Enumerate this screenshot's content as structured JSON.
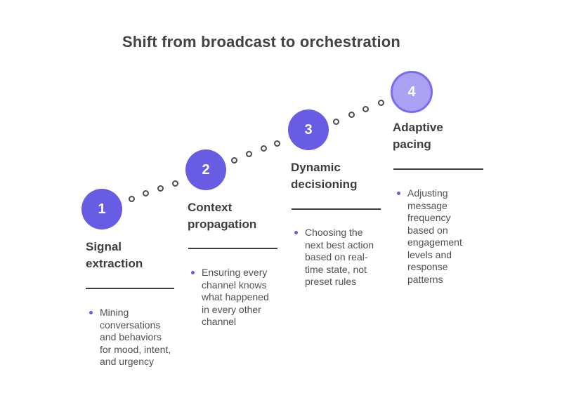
{
  "title": "Shift from broadcast to orchestration",
  "steps": [
    {
      "number": "1",
      "heading": "Signal\nextraction",
      "bullet": "Mining\nconversations\nand behaviors\nfor mood, intent,\nand urgency"
    },
    {
      "number": "2",
      "heading": "Context\npropagation",
      "bullet": "Ensuring every\nchannel knows\nwhat happened\nin every other\nchannel"
    },
    {
      "number": "3",
      "heading": "Dynamic\ndecisioning",
      "bullet": "Choosing the\nnext best action\nbased on real-\ntime state, not\npreset rules"
    },
    {
      "number": "4",
      "heading": "Adaptive\npacing",
      "bullet": "Adjusting\nmessage\nfrequency\nbased on\nengagement\nlevels and\nresponse\npatterns"
    }
  ],
  "colors": {
    "accent": "#685ce4",
    "accent_light_fill": "#aba1f2",
    "accent_light_border": "#7b6cee",
    "heading_text": "#3d3d42",
    "body_text": "#4f4f55",
    "title_text": "#414146",
    "connector_dot_border": "#4c4c4c",
    "divider": "#3d3d42",
    "background": "#ffffff"
  }
}
